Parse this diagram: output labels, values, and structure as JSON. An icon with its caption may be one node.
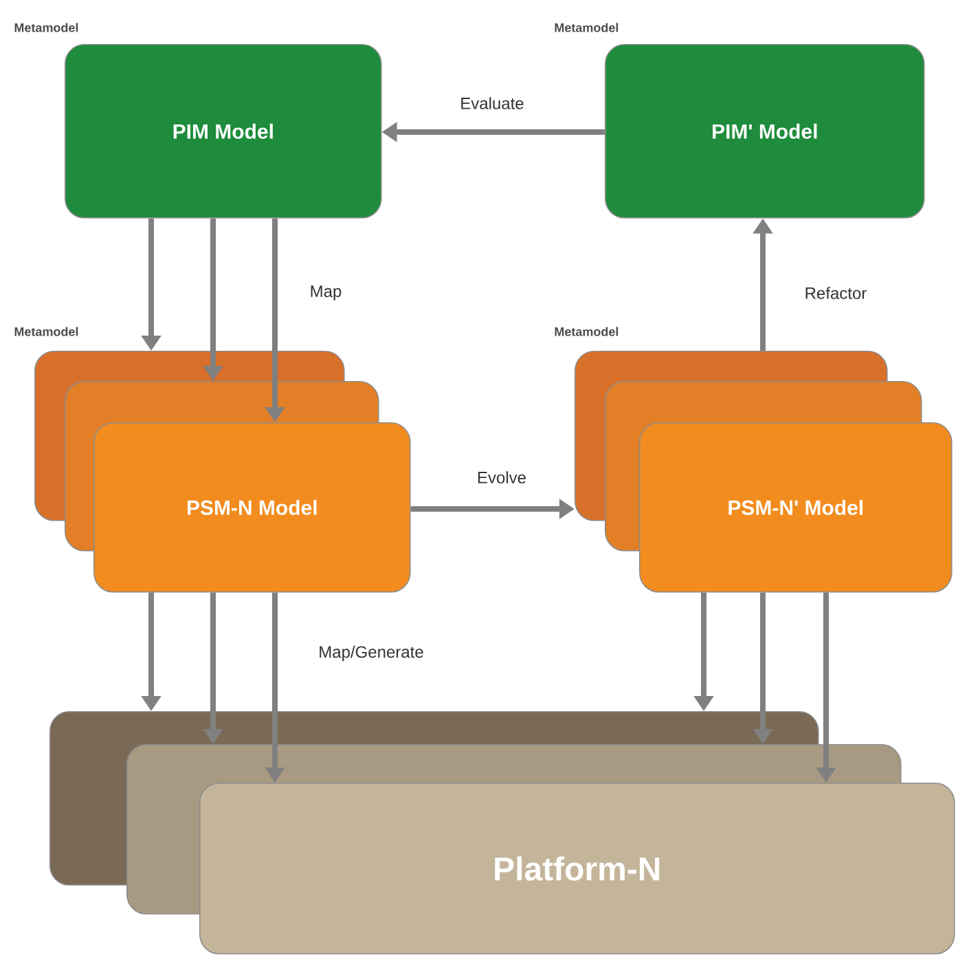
{
  "diagram": {
    "nodes": [
      {
        "text": [
          "PIM Model"
        ],
        "beside": [
          "Metamodel"
        ]
      },
      {
        "text": [
          "PIM' Model"
        ],
        "beside": [
          "Metamodel"
        ]
      },
      {
        "text": [
          "PSM-N Model"
        ],
        "beside": [
          "Metamodel"
        ]
      },
      {
        "text": [
          "PSM-N' Model"
        ],
        "beside": [
          "Metamodel"
        ]
      },
      {
        "text": [
          "Platform-N"
        ]
      }
    ],
    "edges": [
      {
        "from": 1,
        "to": 0,
        "arrow": "to",
        "label": "Evaluate"
      },
      {
        "from": 0,
        "to": 2,
        "arrow": "to"
      },
      {
        "from": 0,
        "to": 2,
        "arrow": "to"
      },
      {
        "from": 0,
        "to": 2,
        "arrow": "to",
        "label": "Map"
      },
      {
        "from": 3,
        "to": 1,
        "arrow": "to",
        "label": "Refactor"
      },
      {
        "from": 2,
        "to": 3,
        "arrow": "to",
        "label": "Evolve"
      },
      {
        "from": 2,
        "to": 4,
        "arrow": "to"
      },
      {
        "from": 2,
        "to": 4,
        "arrow": "to"
      },
      {
        "from": 2,
        "to": 4,
        "arrow": "to",
        "label": "Map/Generate"
      },
      {
        "from": 3,
        "to": 4,
        "arrow": "to"
      },
      {
        "from": 3,
        "to": 4,
        "arrow": "to"
      },
      {
        "from": 3,
        "to": 4,
        "arrow": "to"
      }
    ]
  }
}
